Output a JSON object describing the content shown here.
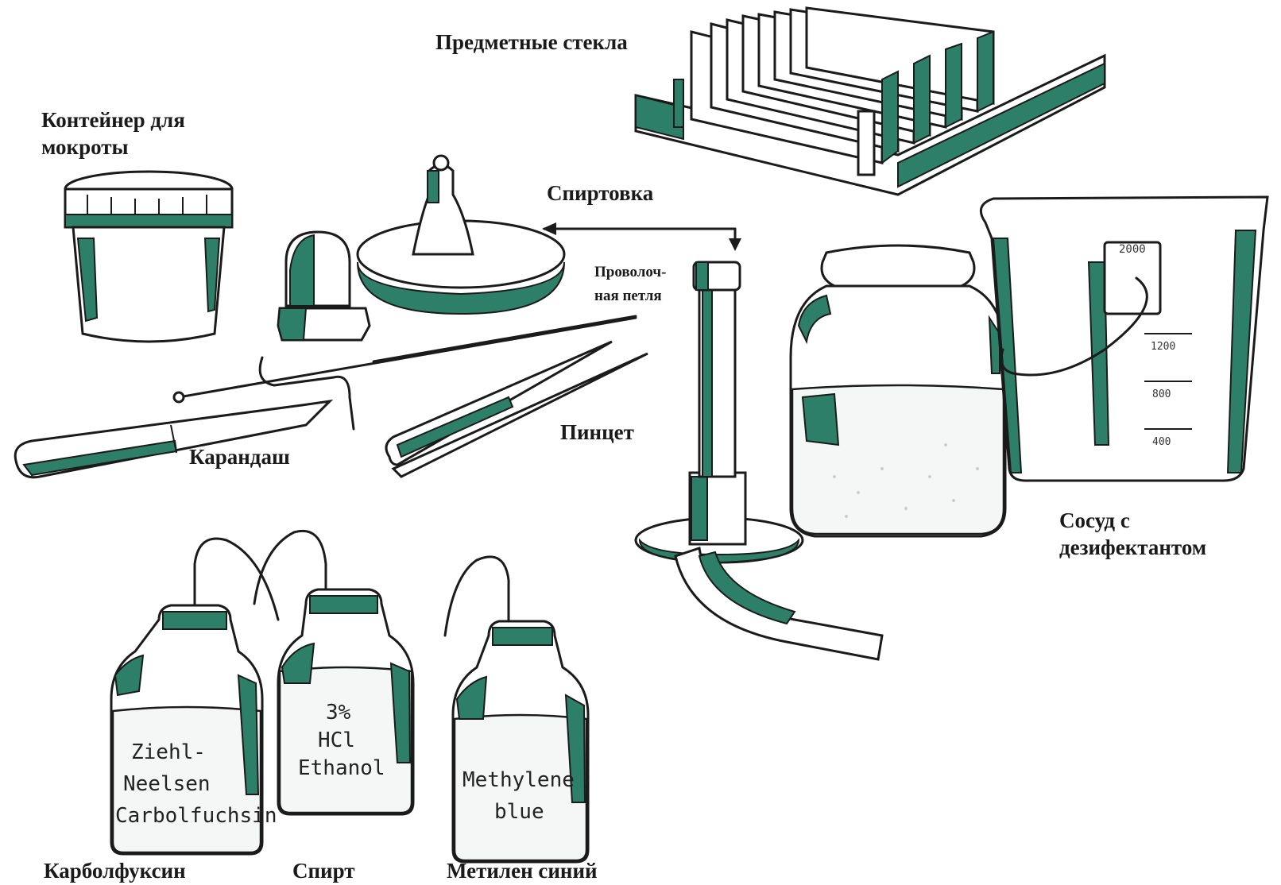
{
  "labels": {
    "slides": "Предметные стекла",
    "sputum_container_line1": "Контейнер для",
    "sputum_container_line2": "мокроты",
    "spirit_lamp": "Спиртовка",
    "wire_loop_line1": "Проволоч-",
    "wire_loop_line2": "ная петля",
    "pencil": "Карандаш",
    "tweezers": "Пинцет",
    "disinfectant_line1": "Сосуд с",
    "disinfectant_line2": "дезифектантом",
    "carbolfuchsin": "Карболфуксин",
    "alcohol": "Спирт",
    "methylene_blue": "Метилен синий"
  },
  "bottle_labels": {
    "carbolfuchsin_line1": "Ziehl-",
    "carbolfuchsin_line2": "Neelsen",
    "carbolfuchsin_line3": "Carbolfuchsin",
    "hcl_line1": "3%",
    "hcl_line2": "HCl",
    "hcl_line3": "Ethanol",
    "mb_line1": "Methylene",
    "mb_line2": "blue"
  },
  "beaker_marks": {
    "top": "2000",
    "m1": "1200",
    "m2": "800",
    "m3": "400"
  },
  "colors": {
    "accent_green": "#2e7f67",
    "ink": "#1b1b1b"
  }
}
